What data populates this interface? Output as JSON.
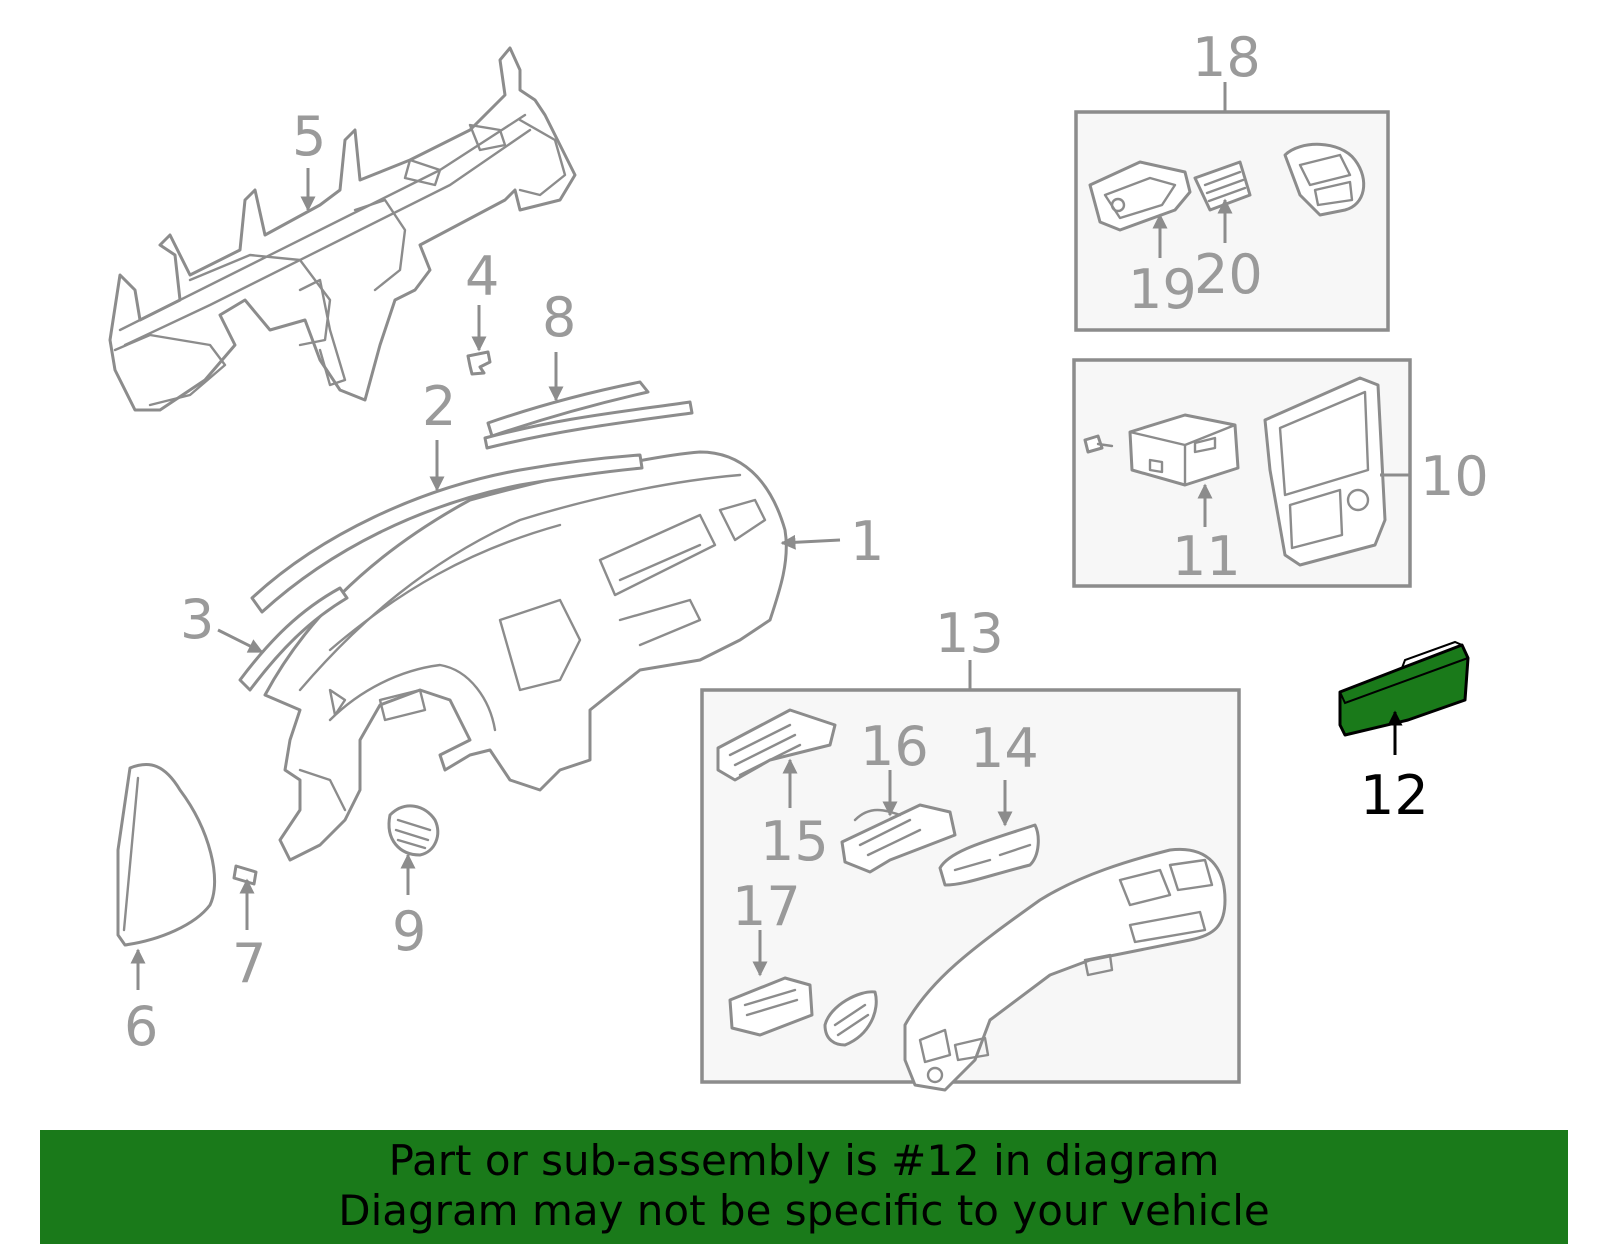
{
  "diagram": {
    "callouts": [
      "1",
      "2",
      "3",
      "4",
      "5",
      "6",
      "7",
      "8",
      "9",
      "10",
      "11",
      "12",
      "13",
      "14",
      "15",
      "16",
      "17",
      "18",
      "19",
      "20"
    ],
    "highlighted_callout": "12",
    "highlight_color": "#1a7a1a",
    "line_color": "#8c8c8c"
  },
  "banner": {
    "line1": "Part or sub-assembly is #12 in diagram",
    "line2": "Diagram may not be specific to your vehicle",
    "background": "#1a7a1a"
  }
}
